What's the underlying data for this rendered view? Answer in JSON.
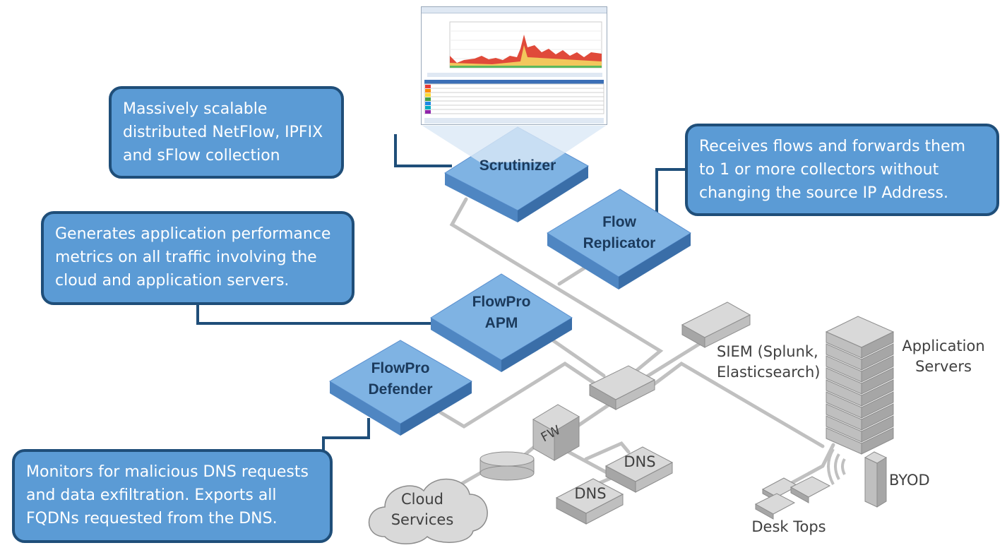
{
  "callouts": {
    "scrutinizer": "Massively scalable\ndistributed NetFlow, IPFIX\nand sFlow collection",
    "replicator": "Receives flows and forwards them\nto 1 or more collectors without\nchanging the source IP Address.",
    "apm": "Generates application performance\nmetrics on all traffic involving the\ncloud and application servers.",
    "defender": "Monitors for malicious DNS requests\nand data exfiltration.  Exports all\nFQDNs requested from the DNS."
  },
  "nodes": {
    "scrutinizer": "Scrutinizer",
    "replicator": "Flow\nReplicator",
    "apm": "FlowPro\nAPM",
    "defender": "FlowPro\nDefender"
  },
  "labels": {
    "siem": "SIEM (Splunk,\nElasticsearch)",
    "app_servers": "Application\nServers",
    "fw": "FW",
    "dns1": "DNS",
    "dns2": "DNS",
    "cloud": "Cloud\nServices",
    "desktops": "Desk Tops",
    "byod": "BYOD"
  },
  "colors": {
    "callout_fill": "#5b9bd5",
    "callout_border": "#1f4e79",
    "node_top": "#7fb3e3",
    "node_side": "#4f86c2",
    "link": "#c0c0c0",
    "device": "#bfbfbf"
  }
}
